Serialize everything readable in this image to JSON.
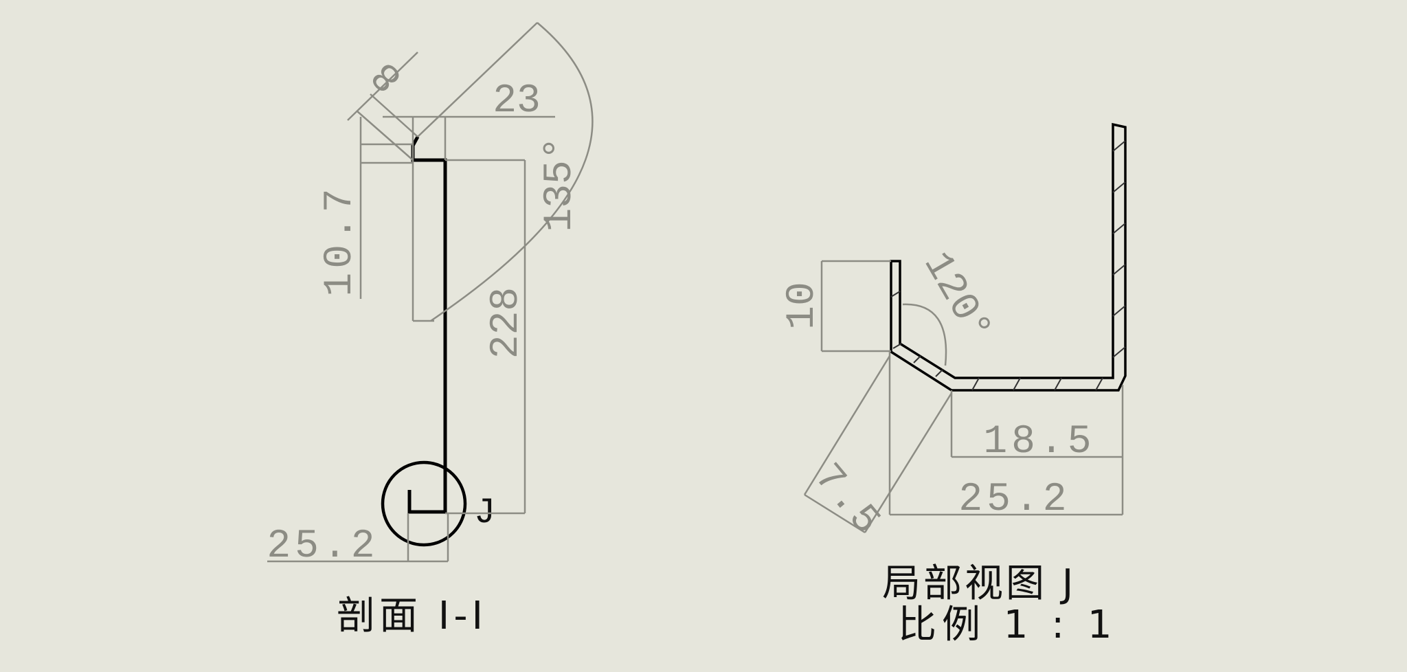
{
  "section_view": {
    "title": "剖面 I-I",
    "detail_callout": "J",
    "dimensions": {
      "angled_length": "8",
      "top_width": "23",
      "angle": "135°",
      "upper_height": "10.7",
      "height": "228",
      "bottom_width": "25.2"
    }
  },
  "detail_view": {
    "title": "局部视图 J",
    "scale": "比例 1 : 1",
    "dimensions": {
      "lip_height": "10",
      "angle": "120°",
      "flat_width": "18.5",
      "total_width": "25.2",
      "slope_length": "7.5"
    }
  },
  "colors": {
    "background": "#e6e6dc",
    "dimension": "#8c8c84",
    "part": "#000000"
  }
}
